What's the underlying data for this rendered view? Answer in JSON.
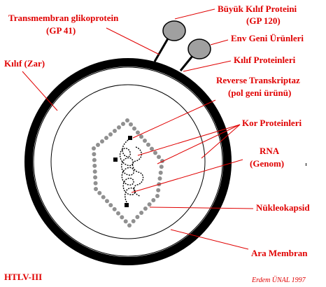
{
  "labels": {
    "gp120_line1": "Büyük Kılıf Proteini",
    "gp120_line2": "(GP 120)",
    "gp41_line1": "Transmembran glikoprotein",
    "gp41_line2": "(GP 41)",
    "env": "Env Geni Ürünleri",
    "envelope_proteins": "Kılıf Proteinleri",
    "envelope": "Kılıf (Zar)",
    "rt_line1": "Reverse Transkriptaz",
    "rt_line2": "(pol geni ürünü)",
    "core": "Kor Proteinleri",
    "rna_line1": "RNA",
    "rna_line2": "(Genom)",
    "nucleocapsid": "Nükleokapsid",
    "matrix": "Ara Membran"
  },
  "title": "HTLV-III",
  "credit": "Erdem ÜNAL 1997",
  "colors": {
    "label": "#e00000",
    "envelope": "#000000",
    "knob": "#a0a0a0",
    "capsid_bead": "#909090"
  }
}
